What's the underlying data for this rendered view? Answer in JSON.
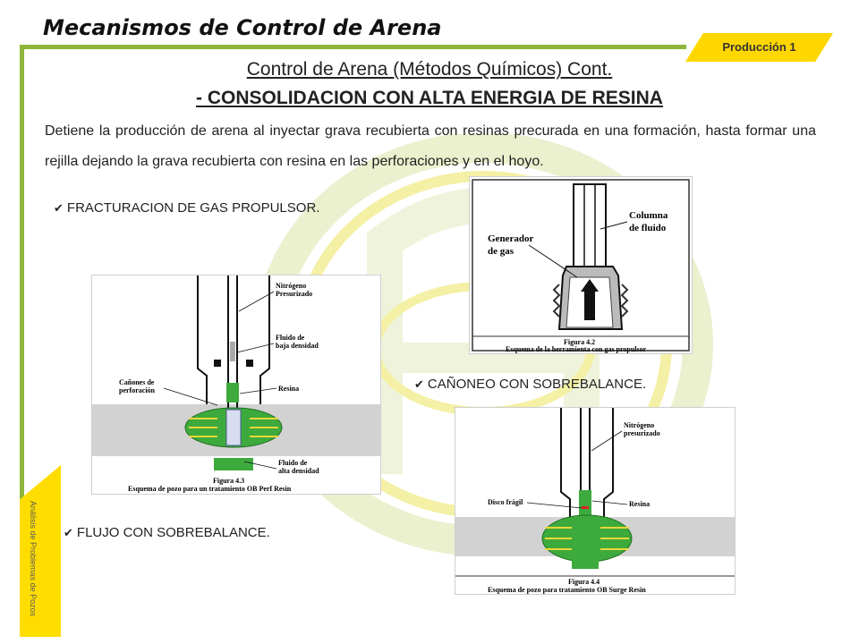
{
  "header": {
    "title": "Mecanismos de Control de Arena",
    "badge": "Producción 1",
    "side_label_1": "Análisis de Problemas",
    "side_label_2": "de Pozos"
  },
  "content": {
    "subtitle": "Control de Arena (Métodos Químicos) Cont.",
    "heading": "- CONSOLIDACION CON ALTA ENERGIA DE RESINA",
    "paragraph": "Detiene la producción de arena al inyectar grava recubierta con resinas precurada en una formación, hasta formar una rejilla dejando la grava recubierta con resina en las perforaciones y en el hoyo.",
    "bullets": [
      "FRACTURACION DE GAS PROPULSOR.",
      "CAÑONEO CON SOBREBALANCE.",
      "FLUJO CON SOBREBALANCE."
    ]
  },
  "figures": {
    "fig42": {
      "label_gas": "Generador",
      "label_gas2": "de gas",
      "label_col": "Columna",
      "label_col2": "de fluido",
      "caption1": "Figura 4.2",
      "caption2": "Esquema de la herramienta con gas propulsor"
    },
    "fig43": {
      "label1": "Nitrógeno",
      "label1b": "Presurizado",
      "label2": "Fluido de",
      "label2b": "baja densidad",
      "label3": "Cañones de",
      "label3b": "perforación",
      "label4": "Resina",
      "label5": "Fluido de",
      "label5b": "alta densidad",
      "caption1": "Figura 4.3",
      "caption2": "Esquema de pozo para un tratamiento OB Perf Resin"
    },
    "fig44": {
      "label1": "Nitrógeno",
      "label1b": "presurizado",
      "label2": "Disco frágil",
      "label3": "Resina",
      "caption1": "Figura 4.4",
      "caption2": "Esquema de pozo para tratamiento OB Surge Resin"
    }
  },
  "colors": {
    "accent_green": "#8fb63a",
    "accent_yellow": "#ffd700",
    "resin_green": "#3daa3d"
  }
}
